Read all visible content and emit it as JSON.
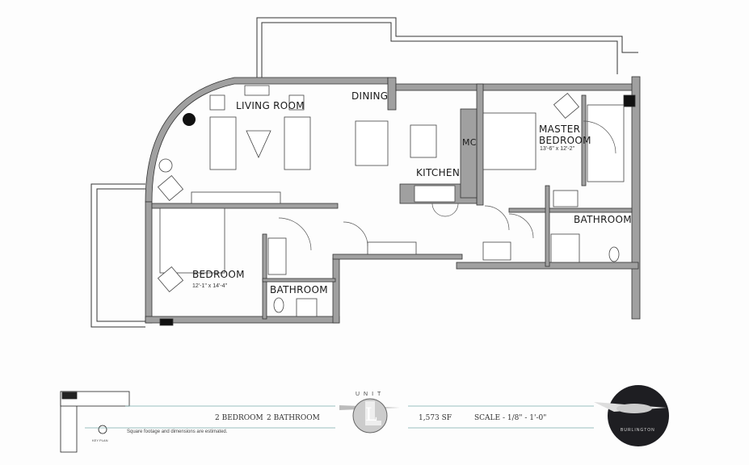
{
  "rooms": {
    "living_room": "LIVING ROOM",
    "dining": "DINING",
    "kitchen": "KITCHEN",
    "microwave": "MC",
    "master_bedroom": "MASTER BEDROOM",
    "master_bedroom_dim": "13'-6\" x 12'-2\"",
    "master_bathroom": "BATHROOM",
    "bedroom": "BEDROOM",
    "bedroom_dim": "12'-1\" x 14'-4\"",
    "bathroom": "BATHROOM"
  },
  "footer": {
    "bedrooms": "2 BEDROOM",
    "bathrooms": "2 BATHROOM",
    "square_footage": "1,573 SF",
    "scale": "SCALE - 1/8\" - 1'-0\"",
    "disclaimer": "Square footage and dimensions are estimated.",
    "key_plan_label": "KEY PLAN",
    "unit_label": "UNIT",
    "unit_letter": "L",
    "logo_text": "BURLINGTON"
  },
  "colors": {
    "wall": "#9a9a9a",
    "wall_outline": "#333333",
    "logo_dark": "#1e1e22"
  }
}
